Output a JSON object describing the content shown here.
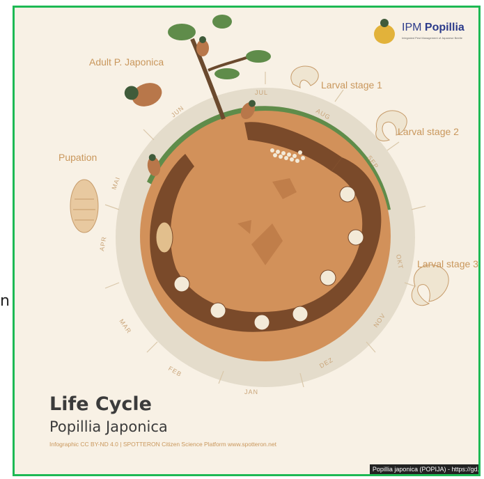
{
  "side_glyph": "n",
  "logo": {
    "name_prefix": "IPM ",
    "name_bold": "Popillia",
    "tagline": "Integrated Pest Management of Japanese Beetle"
  },
  "stages": {
    "adult": "Adult P. Japonica",
    "pupation": "Pupation",
    "larval1": "Larval stage 1",
    "larval2": "Larval stage 2",
    "larval3": "Larval stage 3"
  },
  "months": [
    "JUL",
    "AUG",
    "SEP",
    "OKT",
    "NOV",
    "DEZ",
    "JAN",
    "FEB",
    "MAR",
    "APR",
    "MAI",
    "JUN"
  ],
  "title": "Life Cycle",
  "subtitle": "Popillia Japonica",
  "credit": "Infographic CC BY-ND 4.0 | SPOTTERON Citizen Science Platform   www.spotteron.net",
  "caption": "Popillia japonica (POPIJA) - https://gd.epp",
  "colors": {
    "soil": "#d2915a",
    "tunnel": "#7a4a2a",
    "grass": "#5f8c4a",
    "rim": "#e4dccb",
    "border": "#1db954",
    "text": "#c9975c"
  }
}
